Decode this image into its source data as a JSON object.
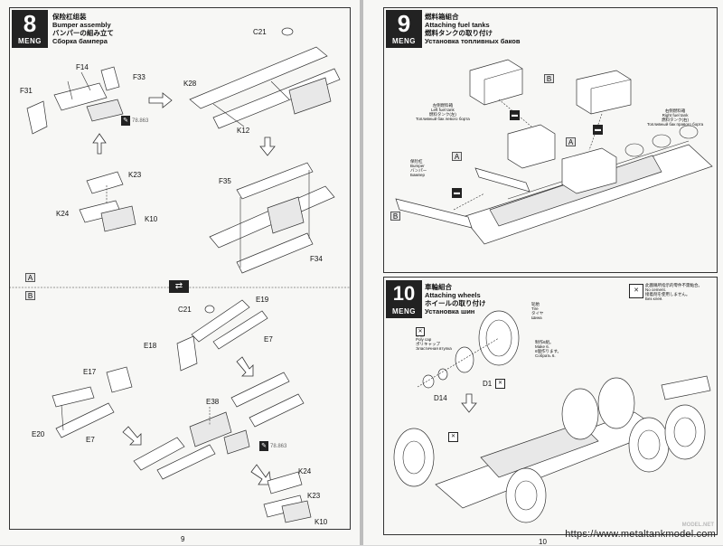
{
  "step8": {
    "number": "8",
    "logo": "MENG",
    "title_cn": "保险杠组装",
    "title_en": "Bumper assembly",
    "title_jp": "バンパーの組み立て",
    "title_ru": "Сборка бампера",
    "labels": [
      "C21",
      "F14",
      "F33",
      "F31",
      "K28",
      "K12",
      "K23",
      "K24",
      "K10",
      "F35",
      "F34",
      "C21",
      "E19",
      "E18",
      "E7",
      "E17",
      "E38",
      "E20",
      "E7",
      "K24",
      "K23",
      "K10"
    ],
    "paint_code": "78.863",
    "section_a": "A",
    "section_b": "B",
    "page_number": "9"
  },
  "step9": {
    "number": "9",
    "logo": "MENG",
    "title_cn": "燃料箱組合",
    "title_en": "Attaching fuel tanks",
    "title_jp": "燃料タンクの取り付け",
    "title_ru": "Установка топливных баков",
    "left_tank": [
      "左侧燃料箱",
      "Left fuel tank",
      "燃料タンク(左)",
      "Топливный бак левого борта"
    ],
    "right_tank": [
      "右侧燃料箱",
      "Right fuel tank",
      "燃料タンク(右)",
      "Топливный бак правого борта"
    ],
    "bumper": [
      "保险杠",
      "Bumper",
      "バンパー",
      "Бампер"
    ],
    "section_a": "A",
    "section_b": "B"
  },
  "step10": {
    "number": "10",
    "logo": "MENG",
    "title_cn": "車輪組合",
    "title_en": "Attaching wheels",
    "title_jp": "ホイールの取り付け",
    "title_ru": "Установка шин",
    "note": [
      "此圖稱所指示的零件不需黏合。",
      "No cement.",
      "接着剤を使用しません。",
      "Без клея."
    ],
    "tire": [
      "轮胎",
      "Tire",
      "タイヤ",
      "Шина"
    ],
    "poly_cap": [
      "膠套",
      "Poly cap",
      "ポリキャップ",
      "Эластичная втулка"
    ],
    "make6": [
      "制作6組。",
      "Make 6.",
      "6個作ります。",
      "Собрать 6."
    ],
    "labels": [
      "D1",
      "D14"
    ],
    "page_number": "10"
  },
  "watermark": "https://www.metaltankmodel.com",
  "faint_mark": "MODEL.NET"
}
